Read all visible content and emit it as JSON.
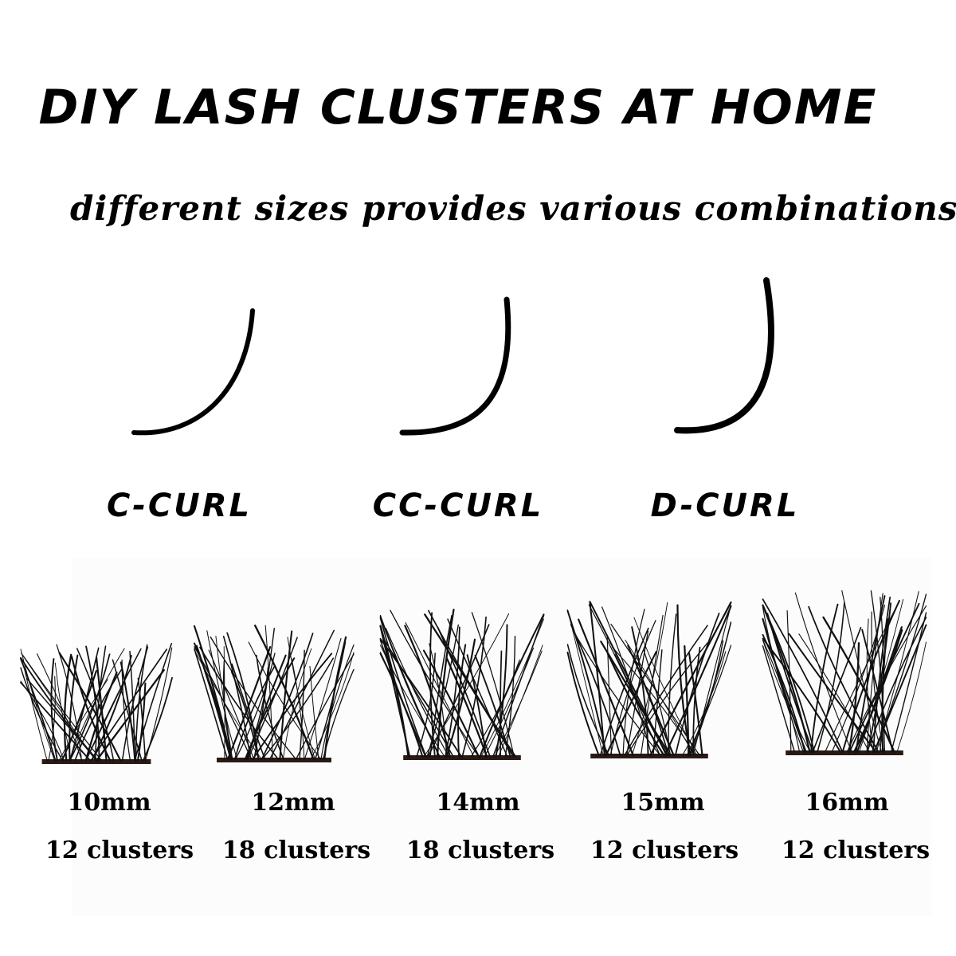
{
  "title": "DIY LASH CLUSTERS AT HOME",
  "subtitle": "different sizes provides various combinations",
  "curls": [
    {
      "label": "C-CURL"
    },
    {
      "label": "CC-CURL"
    },
    {
      "label": "D-CURL"
    }
  ],
  "clusters": [
    {
      "length": "10mm",
      "count": "12 clusters"
    },
    {
      "length": "12mm",
      "count": "18 clusters"
    },
    {
      "length": "14mm",
      "count": "18 clusters"
    },
    {
      "length": "15mm",
      "count": "12 clusters"
    },
    {
      "length": "16mm",
      "count": "12 clusters"
    }
  ]
}
